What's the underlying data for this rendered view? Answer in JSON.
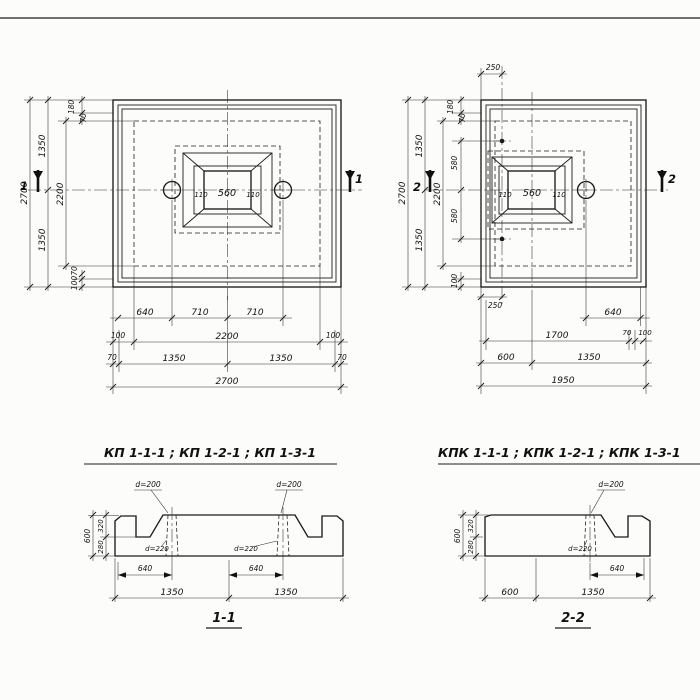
{
  "plan_left": {
    "mark": "1",
    "side": {
      "v2700": "2700",
      "v1350_top": "1350",
      "v1350_bot": "1350",
      "v2200": "2200",
      "v180": "180",
      "v70_top": "70",
      "v70_bot": "70",
      "v100_bot": "100"
    },
    "center": {
      "n110_l": "110",
      "n560": "560",
      "n110_r": "110"
    },
    "bottom": {
      "n640": "640",
      "n710_l": "710",
      "n710_r": "710",
      "n100_l": "100",
      "n2200": "2200",
      "n100_r": "100",
      "n70_l": "70",
      "n1350_l": "1350",
      "n1350_r": "1350",
      "n70_r": "70",
      "n2700": "2700"
    },
    "title": "КП 1-1-1 ; КП 1-2-1 ; КП 1-3-1"
  },
  "plan_right": {
    "mark": "2",
    "side": {
      "v2700": "2700",
      "v1350_top": "1350",
      "v1350_bot": "1350",
      "v2200": "2200",
      "v180": "180",
      "v70_top": "70",
      "v580_top": "580",
      "v580_bot": "580",
      "v100_bot": "100",
      "h250_top": "250",
      "h250_bot": "250"
    },
    "center": {
      "n110_l": "110",
      "n560": "560",
      "n110_r": "110"
    },
    "bottom": {
      "n640": "640",
      "n1700": "1700",
      "n70": "70",
      "n100": "100",
      "n600": "600",
      "n1350": "1350",
      "n1950": "1950"
    },
    "title": "КПК 1-1-1 ; КПК 1-2-1 ; КПК 1-3-1"
  },
  "section_1": {
    "label": "1-1",
    "d200_l": "d=200",
    "d200_r": "d=200",
    "d220_l": "d=220",
    "d220_r": "d=220",
    "h600": "600",
    "h320": "320",
    "h280": "280",
    "w640_l": "640",
    "w640_r": "640",
    "w1350_l": "1350",
    "w1350_r": "1350"
  },
  "section_2": {
    "label": "2-2",
    "d200": "d=200",
    "d220": "d=220",
    "h600": "600",
    "h320": "320",
    "h280": "280",
    "w640": "640",
    "w600": "600",
    "w1350": "1350"
  }
}
